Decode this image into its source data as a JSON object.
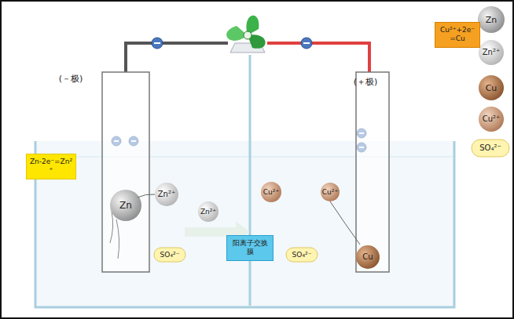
{
  "diagram": {
    "nodes": [
      {
        "text": [
          "Zn-2e⁻=Zn²⁺"
        ]
      },
      {
        "text": [
          "Cu²⁺+2e⁻=Cu"
        ]
      },
      {
        "text": [
          "阳离子交换膜"
        ]
      }
    ],
    "labels": [
      "(－极)",
      "(＋极)",
      "Zn",
      "Zn²⁺",
      "Zn²⁺",
      "SO₄²⁻",
      "SO₄²⁻",
      "Cu²⁺",
      "Cu²⁺",
      "Cu"
    ],
    "legend": [
      {
        "text": "Zn"
      },
      {
        "text": "Zn²⁺"
      },
      {
        "text": "Cu"
      },
      {
        "text": "Cu²⁺"
      },
      {
        "text": "SO₄²⁻"
      }
    ]
  }
}
